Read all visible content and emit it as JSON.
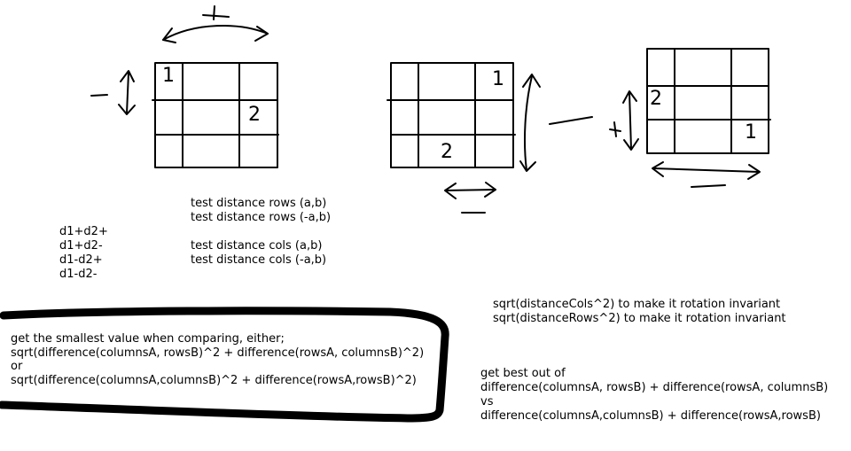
{
  "grid_labels": {
    "one": "1",
    "two": "2"
  },
  "symbols": {
    "plus": "+",
    "minus": "-"
  },
  "tests": [
    "test distance rows (a,b)",
    "test distance rows (-a,b)",
    "test distance cols (a,b)",
    "test distance cols (-a,b)"
  ],
  "combos": [
    "d1+d2+",
    "d1+d2-",
    "d1-d2+",
    "d1-d2-"
  ],
  "invariant": [
    "sqrt(distanceCols^2) to make it rotation invariant",
    "sqrt(distanceRows^2) to make it rotation invariant"
  ],
  "boxed_note": [
    "get the smallest value when comparing, either;",
    "sqrt(difference(columnsA, rowsB)^2 + difference(rowsA, columnsB)^2)",
    "or",
    "sqrt(difference(columnsA,columnsB)^2 + difference(rowsA,rowsB)^2)"
  ],
  "best_note": [
    "get best out of",
    "difference(columnsA, rowsB) + difference(rowsA, columnsB)",
    "vs",
    "difference(columnsA,columnsB) + difference(rowsA,rowsB)"
  ]
}
